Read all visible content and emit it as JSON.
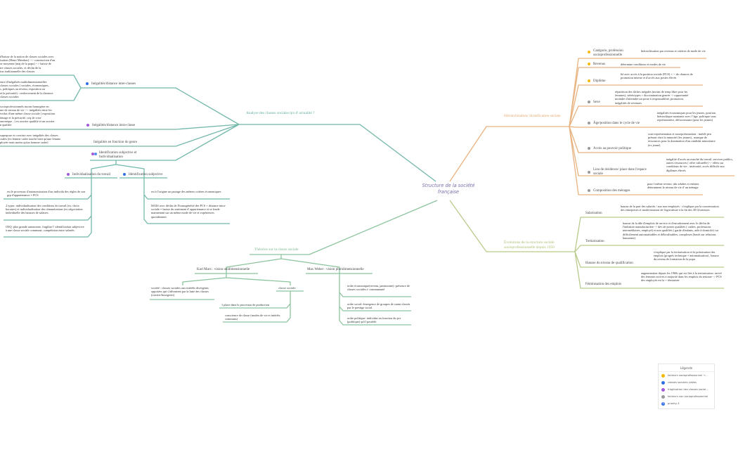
{
  "central": {
    "title": "Structure de la société française"
  },
  "colors": {
    "analyse": "#72b8ab",
    "theories": "#8cc49e",
    "hierarchisation": "#e9b27f",
    "evolutions": "#b8cb8a",
    "center": "#7b6cab",
    "orange_dot": "#f5b800",
    "blue_dot": "#2f6fe8",
    "purple_dot": "#a259d9",
    "gray_dot": "#9a9a9a"
  },
  "analyse": {
    "title": "Analyse des classes sociales tjrs d' actualité ?",
    "left_texts": {
      "t1": "d'baisse de la notion de classes sociales avec\nisation (Henri Mendras) --> construction d'un\nse moyenne (maj de la popu) --> baisse de\ntre classes sociales, et déclin de la\nion traditionnelle des classes",
      "t2": "ence d'inégalités multidimensionnelles\nclasses sociales ( sociales, économiques,\ns, politiques au revenu, exposition au\net la précarité) : renforcement de la distance\nclasses sociales",
      "t3": "socioprofessionnels moins homogène en\nme de niveau de vie --> inégalités entre les\nividus d'une même classe sociale ( exposition\nômage et la précarité, coq de crise\nonomique...) ex ouvrier qualifié et un ouvrier\nn qualifié",
      "t4": "superpose et coexiste avec inégalités des classes\nciales (ex:femme cadre touche bien qu'une femme\nployée mais moins qu'un homme cadre)"
    },
    "inter_classes": "Inégalités/distance inter-classes",
    "intra_classe": "Inégalités/distance intra-classe",
    "genre": "Inégalités en fonction du genre",
    "identification": "Identification subjective et Individualisation",
    "individualisation": {
      "label": "Individualisation du travail",
      "items": [
        "est le processus d'autonomisation d'un individu des règles de son grp d'appartenance = PCS",
        "2 types: individualisation des conditions de travail (ex: choix horaires) et individualisation des rémunérations (ex négociation individuelle des hausses de salaires",
        "OSQ: plus grande autonomie, fragilise l' identification subjective à une classe sociale commune, compétition entre salariés"
      ]
    },
    "identification_subjective": {
      "label": "Identification subjective",
      "items": [
        "est à l'origine un partage des mêmes critères économiques",
        "MAIS avec déclin de l'homogénéité des PCS + distance intra-sociale = baisse du sentiment d' appartenance et se fonde maintenant sur un même mode de vie et expériences quotidiennes"
      ]
    }
  },
  "theories": {
    "title": "Théories sur la classe sociale",
    "marx": {
      "label": "Karl Marx : vision unidimensionnelle",
      "societe": "société : classes sociales aux intérêts divergents opposées qui s'affrontent par la lutte des classes (ouvrier/bourgeois)",
      "classe_sociale": "classe sociale:",
      "items": [
        "1 place dans le processus de production",
        "conscience de classe (modes de vie et intérêts communs)"
      ]
    },
    "weber": {
      "label": "Max Weber : vision pluridimensionnelle",
      "items": [
        "ordre économique(revenu, patrimoine): présence de classes sociales ≠ communauté",
        "ordre social: émergence de groupes de statut classés par le prestige social",
        "ordre politique: individus en fonction du pvr (politique) qu'il possède"
      ]
    }
  },
  "hierarchisation": {
    "title": "Hiérarchisation/ Stratification sociale",
    "items": [
      {
        "label": "Catégorie, profession socioprofessionnelle",
        "detail": "hiérarchisation par revenus et critères de mode de vie",
        "dot": "orange"
      },
      {
        "label": "Revenus",
        "detail": "détermine conditions et modes de vie",
        "dot": "orange"
      },
      {
        "label": "Diplôme",
        "detail": "lié avec accès à la position sociale (PCS) + -- de chances de promotion interne et d'accès aux postes élevés",
        "dot": "orange"
      },
      {
        "label": "Sexe",
        "detail": "répartition des tâches inégales (moins de temp libre pour les femmes), stéréotypes + discrimination genrée -> opportunité moindre d'atteindre un poste à responsabilité, promotion, inégalités de revenues",
        "dot": "gray"
      },
      {
        "label": "Âge/position dans le cycle de vie",
        "detail": "inégalités économiques pour les jeunes, position hiérarchique montante avec l' âge, politique sous représentative, défavorisante (pour les jeunes)",
        "dot": "gray"
      },
      {
        "label": "Accès au pouvoir politique",
        "detail": "sous-représentation et surreprésentation : intérêt peu présent chez la minorité (les jeunes) , manque de ressources pour la domination d'un candidat minoritaire (ex jeune)",
        "dot": "gray"
      },
      {
        "label": "Lieu de résidence/ place dans l'espace sociale",
        "detail": "inégalité d'accès au marché du travail, services publics, autres ressources ( offre culturelle) -> effets sur conditions de vie : insécurité, accès difficile aux diplômes élevés",
        "dot": "gray"
      },
      {
        "label": "Composition des ménages",
        "detail": "pour l même revenu: nbr adultes et enfants déterminent le niveau de vie d' un ménage",
        "dot": "gray"
      }
    ]
  },
  "evolutions": {
    "title": "Évolutions de la structure sociale socioprofessionnelle depuis 1950",
    "items": [
      {
        "label": "Salarisation",
        "detail": "hausse de la part des salariés / aux non employés : s'explique par la concentration des entreprises et modernisation de l'agriculture à la fin des 30 Glorieuses"
      },
      {
        "label": "Tertiarisation",
        "detail": "hausse de la dde d'emplois de service et d'encadrement avec le déclin de l'industrie manufacturière -> dev de postes qualifiés ( cadres, professions intermédiaires, employé) et non qualifiés ( garde d'enfants, aide à domicile) car difficilement automatisables et délocalisables, complexes (basés sur relations humaines)"
      },
      {
        "label": "Hausse du niveau de qualification",
        "detail": "s'explique par la tertiarisation et la polarisation des emplois (progrès technique + automatisation) , hausse du niveau de formation de la popu"
      },
      {
        "label": "Féminisation des emplois",
        "detail": "augmentation depuis les 1960s qui est liée à la tertiarisation: arrivé des femmes actives à majorité dans les emplois du tertiaire -> PCS des employés est la + féminisée"
      }
    ]
  },
  "legend": {
    "title": "Légende",
    "items": [
      {
        "label": "facteurs socioprofessionnel →...",
        "icon": "orange-dot"
      },
      {
        "label": "classes sociales visées",
        "icon": "blue-dot"
      },
      {
        "label": "fragilisation des classes social...",
        "icon": "purple-dot"
      },
      {
        "label": "facteurs non socioprofessionnel",
        "icon": "gray-dot"
      },
      {
        "label": "priority-3",
        "icon": "priority-3-icon",
        "icon_text": "3"
      }
    ]
  }
}
